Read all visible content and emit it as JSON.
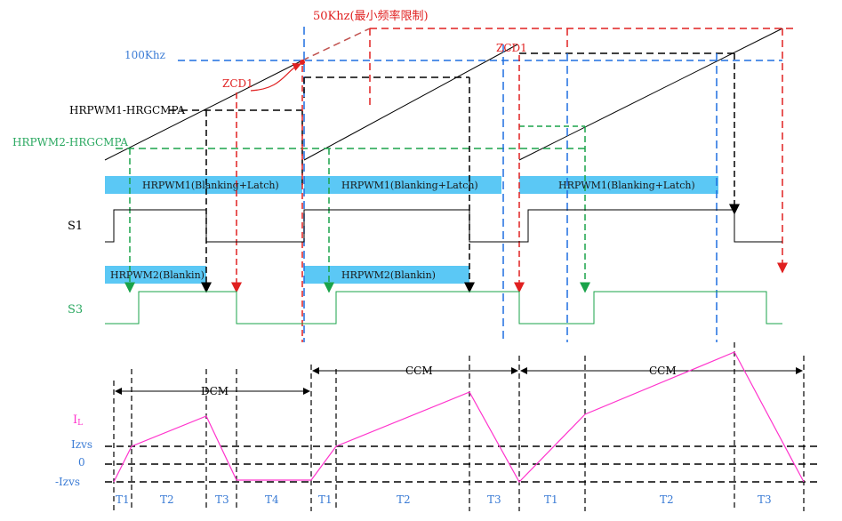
{
  "colors": {
    "black": "#000000",
    "blue": "#1f6fe0",
    "red": "#e02020",
    "darkred": "#c0504d",
    "green": "#1aa34a",
    "pink": "#ff33cc",
    "cyan_band": "#5bc8f5",
    "lbl_blue": "#3a7bd5",
    "lbl_green": "#2aa860"
  },
  "labels": {
    "freq_50k": "50Khz(最小频率限制)",
    "freq_100k": "100Khz",
    "zcd_1": "ZCD1",
    "zcd_2": "ZCD1",
    "hrpwm1_cmp": "HRPWM1-HRGCMPA",
    "hrpwm2_cmp": "HRPWM2-HRGCMPA",
    "s1": "S1",
    "s3": "S3",
    "il_main": "I",
    "il_sub": "L",
    "izvs_pos": "Izvs",
    "zero": "0",
    "izvs_neg": "-Izvs"
  },
  "bands": {
    "hrpwm1": [
      "HRPWM1(Blanking+Latch)",
      "HRPWM1(Blanking+Latch)",
      "HRPWM1(Blanking+Latch)"
    ],
    "hrpwm2": [
      "HRPWM2(Blankin)",
      "HRPWM2(Blankin)"
    ]
  },
  "modes": [
    "DCM",
    "CCM",
    "CCM"
  ],
  "intervals": [
    "T1",
    "T2",
    "T3",
    "T4",
    "T1",
    "T2",
    "T3",
    "T1",
    "T2",
    "T3"
  ]
}
